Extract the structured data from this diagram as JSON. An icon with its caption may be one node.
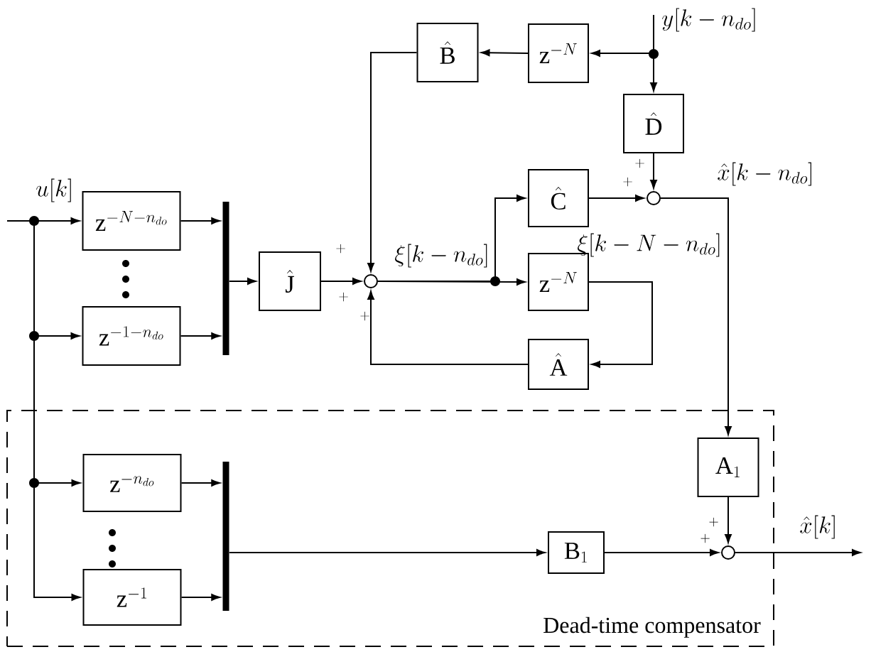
{
  "diagram": {
    "nodes": [
      {
        "text": [
          "Dead-time compensator"
        ]
      },
      {
        "text": [
          "\\hat{\\mathrm{B}}"
        ]
      },
      {
        "text": [
          "\\mathrm{z}^{-N}"
        ]
      },
      {
        "text": [
          "\\hat{\\mathrm{D}}"
        ]
      },
      {
        "text": [
          "\\hat{\\mathrm{C}}"
        ]
      },
      {
        "text": [],
        "shape": "circle"
      },
      {
        "text": [
          "\\mathrm{z}^{-N-n_{do}}"
        ]
      },
      {
        "text": [
          "\\mathrm{z}^{-1-n_{do}}"
        ]
      },
      {
        "text": [],
        "shape": "bar"
      },
      {
        "text": [
          "\\hat{\\mathrm{J}}"
        ]
      },
      {
        "text": [],
        "shape": "circle"
      },
      {
        "text": [
          "\\mathrm{z}^{-N}"
        ]
      },
      {
        "text": [
          "\\hat{\\mathrm{A}}"
        ]
      },
      {
        "text": [
          "\\mathrm{A}_1"
        ],
        "in": 0
      },
      {
        "text": [
          "\\mathrm{z}^{-n_{do}}"
        ],
        "in": 0
      },
      {
        "text": [
          "\\mathrm{z}^{-1}"
        ],
        "in": 0
      },
      {
        "text": [],
        "shape": "bar",
        "in": 0
      },
      {
        "text": [
          "\\mathrm{B}_1"
        ],
        "in": 0
      },
      {
        "text": [],
        "shape": "circle",
        "in": 0
      }
    ],
    "edges": [
      {
        "from": null,
        "to": 2,
        "arrow": "to"
      },
      {
        "from": null,
        "to": 3,
        "arrow": "to"
      },
      {
        "from": 2,
        "to": 1,
        "arrow": "to"
      },
      {
        "from": 1,
        "to": 10,
        "arrow": "to"
      },
      {
        "from": 3,
        "to": 5,
        "arrow": "to"
      },
      {
        "from": 4,
        "to": 5,
        "arrow": "to"
      },
      {
        "from": 5,
        "to": 13,
        "arrow": "to"
      },
      {
        "from": null,
        "to": 6,
        "arrow": "to"
      },
      {
        "from": null,
        "to": 7,
        "arrow": "to"
      },
      {
        "from": null,
        "to": 14,
        "arrow": "to"
      },
      {
        "from": null,
        "to": 15,
        "arrow": "to"
      },
      {
        "from": 6,
        "to": 8,
        "arrow": "to"
      },
      {
        "from": 7,
        "to": 8,
        "arrow": "to"
      },
      {
        "from": 14,
        "to": 16,
        "arrow": "to"
      },
      {
        "from": 15,
        "to": 16,
        "arrow": "to"
      },
      {
        "from": 8,
        "to": 9,
        "arrow": "to"
      },
      {
        "from": 9,
        "to": 10,
        "arrow": "to"
      },
      {
        "from": 10,
        "to": 4,
        "arrow": "to"
      },
      {
        "from": 10,
        "to": 11,
        "arrow": "to"
      },
      {
        "from": 11,
        "to": 12,
        "arrow": "to"
      },
      {
        "from": 12,
        "to": 10,
        "arrow": "to"
      },
      {
        "from": 16,
        "to": 17,
        "arrow": "to"
      },
      {
        "from": 17,
        "to": 18,
        "arrow": "to"
      },
      {
        "from": 13,
        "to": 18,
        "arrow": "to"
      },
      {
        "from": 18,
        "to": null,
        "arrow": "to"
      }
    ],
    "labels": [
      "y[k-n_{do}]",
      "+",
      "+",
      "\\hat{x}[k-n_{do}]",
      "u[k]",
      "+",
      "\\xi[k-n_{do}]",
      "\\xi[k-N-n_{do}]",
      "+",
      "+",
      "\\hat{x}[k]",
      "+",
      "+"
    ]
  }
}
